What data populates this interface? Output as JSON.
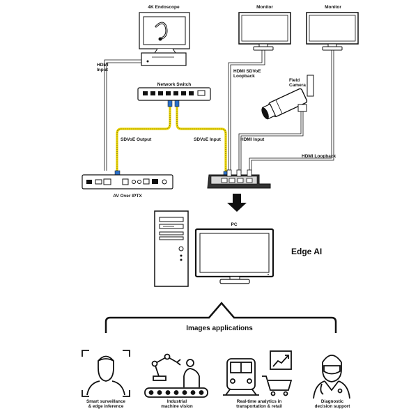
{
  "devices": {
    "endoscope": "4K Endoscope",
    "monitor_left": "Monitor",
    "monitor_right": "Monitor",
    "switch": "Network Switch",
    "camera": [
      "Field",
      "Camera"
    ],
    "tx": "AV Over IPTX",
    "pc": "PC"
  },
  "connections": {
    "hdmi_input_left": [
      "HDMI",
      "Input"
    ],
    "hdmi_sdvoe_loopback": [
      "HDMI SDVoE",
      "Loopback"
    ],
    "sdvoe_output": "SDVoE Output",
    "sdvoe_input": "SDVoE Input",
    "hdmi_input_right": "HDMI Input",
    "hdmi_loopback": "HDMI Loopback"
  },
  "edge_ai": "Edge AI",
  "applications": {
    "title": "Images applications",
    "items": [
      {
        "line1": "Smart surveillance",
        "line2": "& edge inference",
        "icon": "face-scan-icon"
      },
      {
        "line1": "Industrial",
        "line2": "machine vision",
        "icon": "robot-arm-icon"
      },
      {
        "line1": "Real-time analytics in",
        "line2": "transportation & retail",
        "icon": "train-cart-icon"
      },
      {
        "line1": "Diagnostic",
        "line2": "decision support",
        "icon": "doctor-icon"
      }
    ]
  }
}
